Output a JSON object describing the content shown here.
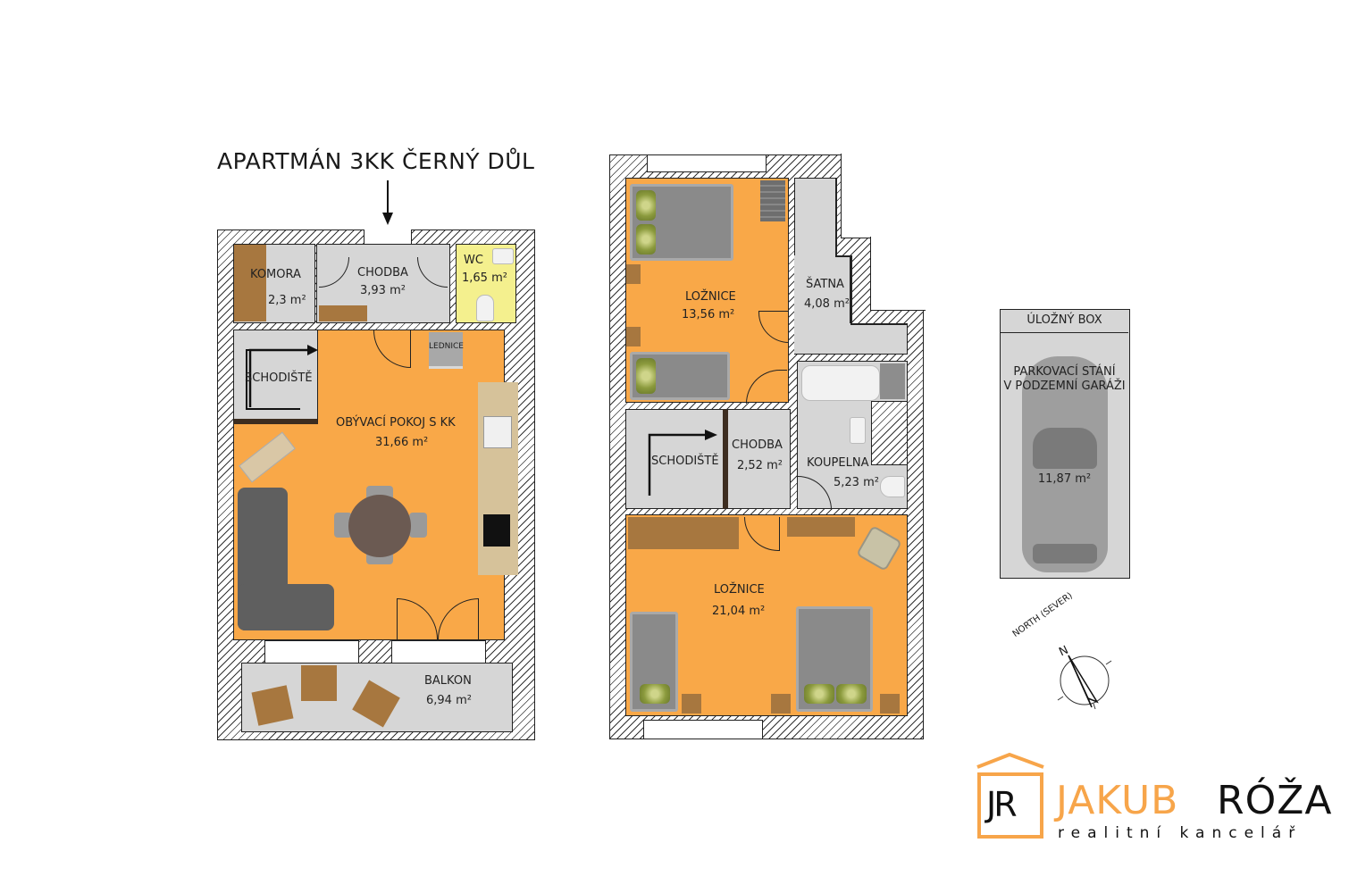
{
  "title": "APARTMÁN 3KK ČERNÝ DŮL",
  "floor1": {
    "rooms": [
      {
        "name": "KOMORA",
        "area": "2,3 m²"
      },
      {
        "name": "CHODBA",
        "area": "3,93 m²"
      },
      {
        "name": "WC",
        "area": "1,65 m²"
      },
      {
        "name": "SCHODIŠTĚ",
        "area": ""
      },
      {
        "name": "OBÝVACÍ POKOJ S KK",
        "area": "31,66 m²"
      },
      {
        "name": "BALKON",
        "area": "6,94 m²"
      }
    ],
    "fridge_label": "LEDNICE"
  },
  "floor2": {
    "rooms": [
      {
        "name": "LOŽNICE",
        "area": "13,56 m²"
      },
      {
        "name": "ŠATNA",
        "area": "4,08 m²"
      },
      {
        "name": "SCHODIŠTĚ",
        "area": ""
      },
      {
        "name": "CHODBA",
        "area": "2,52 m²"
      },
      {
        "name": "KOUPELNA",
        "area": "5,23 m²"
      },
      {
        "name": "LOŽNICE",
        "area": "21,04 m²"
      }
    ]
  },
  "parking": {
    "box_label": "ÚLOŽNÝ BOX",
    "label_line1": "PARKOVACÍ STÁNÍ",
    "label_line2": "V PODZEMNÍ GARÁŽI",
    "area": "11,87 m²"
  },
  "compass": {
    "label": "NORTH (SEVER)",
    "letter": "N"
  },
  "logo": {
    "monogram": "JR",
    "first_name": "JAKUB",
    "last_name": "RÓŽA",
    "tagline": "realitní kancelář",
    "accent_color": "#f7a54a"
  },
  "colors": {
    "living": "#f9a848",
    "service": "#d6d6d6",
    "wc": "#f4f08e"
  }
}
